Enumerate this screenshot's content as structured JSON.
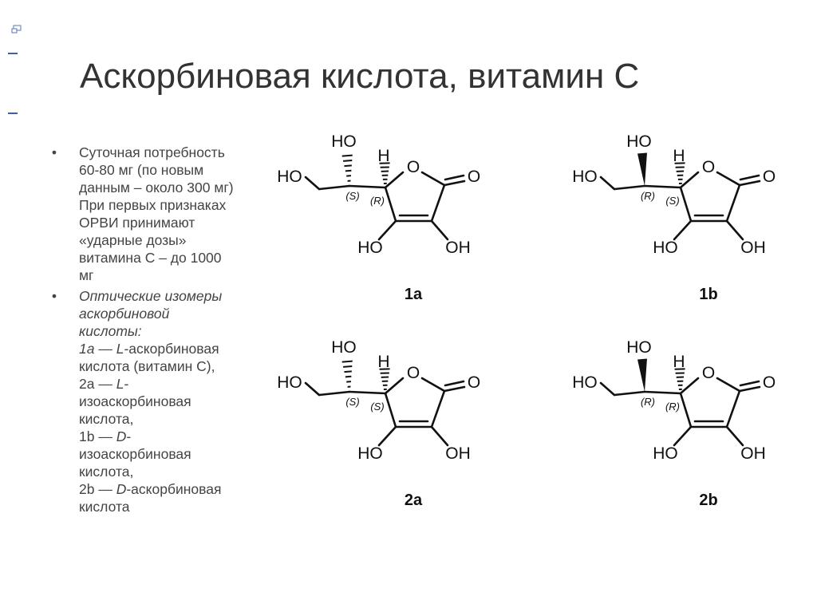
{
  "slide": {
    "title": "Аскорбиновая кислота, витамин С"
  },
  "bullets": [
    {
      "lines": [
        [
          {
            "t": "Суточная потребность"
          }
        ],
        [
          {
            "t": "60-80 мг (по новым"
          }
        ],
        [
          {
            "t": "данным – около 300 мг)"
          }
        ],
        [
          {
            "t": "При первых признаках"
          }
        ],
        [
          {
            "t": "ОРВИ принимают"
          }
        ],
        [
          {
            "t": "«ударные дозы»"
          }
        ],
        [
          {
            "t": "витамина С – до 1000"
          }
        ],
        [
          {
            "t": "мг"
          }
        ]
      ]
    },
    {
      "lines": [
        [
          {
            "t": "Оптические изомеры",
            "i": true
          }
        ],
        [
          {
            "t": "аскорбиновой",
            "i": true
          }
        ],
        [
          {
            "t": "кислоты:",
            "i": true
          }
        ],
        [
          {
            "t": "1a — ",
            "i": true
          },
          {
            "t": "L",
            "i": true
          },
          {
            "t": "-аскорбиновая"
          }
        ],
        [
          {
            "t": "кислота (витамин С),"
          }
        ],
        [
          {
            "t": "2a — "
          },
          {
            "t": "L",
            "i": true
          },
          {
            "t": "-"
          }
        ],
        [
          {
            "t": "изоаскорбиновая"
          }
        ],
        [
          {
            "t": "кислота,"
          }
        ],
        [
          {
            "t": "1b — "
          },
          {
            "t": "D",
            "i": true
          },
          {
            "t": "-"
          }
        ],
        [
          {
            "t": "изоаскорбиновая"
          }
        ],
        [
          {
            "t": "кислота,"
          }
        ],
        [
          {
            "t": "2b — "
          },
          {
            "t": "D",
            "i": true
          },
          {
            "t": "-аскорбиновая"
          }
        ],
        [
          {
            "t": "кислота"
          }
        ]
      ]
    }
  ],
  "structures": [
    {
      "id": "1a",
      "label": "1a",
      "c5": "(S)",
      "c4": "(R)",
      "hoWedge": "hash",
      "hWedge": "hash"
    },
    {
      "id": "1b",
      "label": "1b",
      "c5": "(R)",
      "c4": "(S)",
      "hoWedge": "wedge",
      "hWedge": "hash"
    },
    {
      "id": "2a",
      "label": "2a",
      "c5": "(S)",
      "c4": "(S)",
      "hoWedge": "hash",
      "hWedge": "hash"
    },
    {
      "id": "2b",
      "label": "2b",
      "c5": "(R)",
      "c4": "(R)",
      "hoWedge": "wedge",
      "hWedge": "hash"
    }
  ],
  "atoms": {
    "ho": "HO",
    "oh": "OH",
    "h": "H",
    "o": "O"
  },
  "colors": {
    "text": "#333333",
    "body": "#444444",
    "nav": "#3f5fa8"
  }
}
